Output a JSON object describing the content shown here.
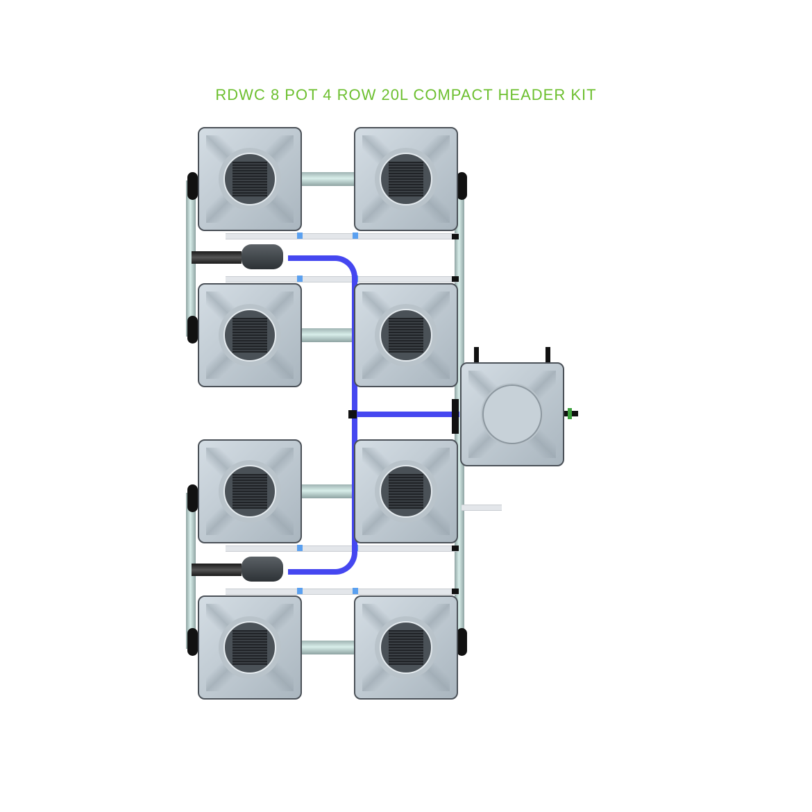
{
  "title": "RDWC 8 POT 4 ROW 20L COMPACT HEADER KIT",
  "colors": {
    "title": "#6cbf2e",
    "feed_tube": "#4547f0",
    "pot": "#c2ccd3",
    "fitting": "#5aa0f0"
  },
  "pots": [
    {
      "label": "pot-row1-left"
    },
    {
      "label": "pot-row1-right"
    },
    {
      "label": "pot-row2-left"
    },
    {
      "label": "pot-row2-right"
    },
    {
      "label": "pot-row3-left"
    },
    {
      "label": "pot-row3-right"
    },
    {
      "label": "pot-row4-left"
    },
    {
      "label": "pot-row4-right"
    }
  ],
  "header_tank": {
    "label": "header-tank"
  }
}
